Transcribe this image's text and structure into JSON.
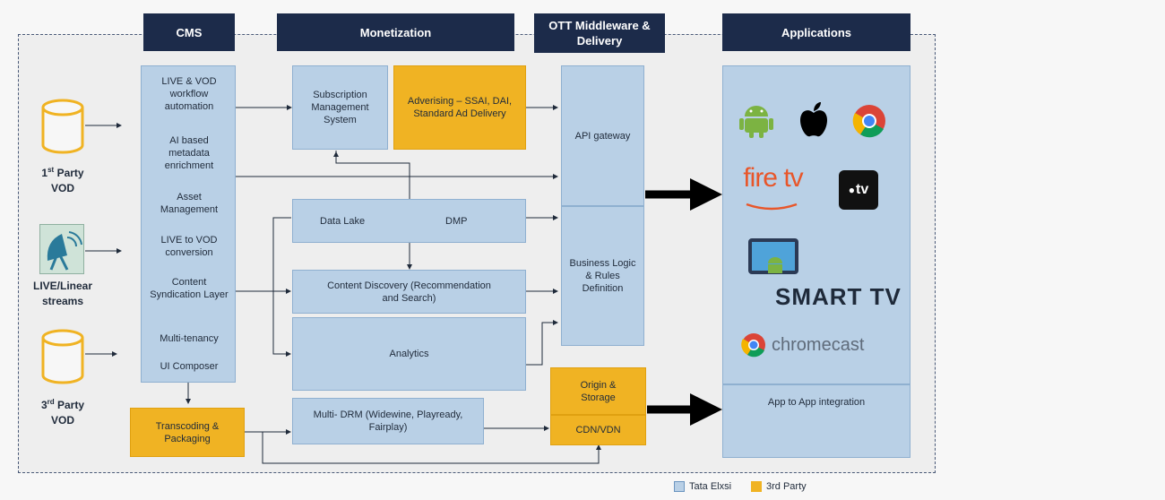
{
  "headers": {
    "cms": "CMS",
    "monetization": "Monetization",
    "ott": "OTT Middleware & Delivery",
    "applications": "Applications"
  },
  "sources": {
    "first_party": {
      "label": "1st Party",
      "sup": "st",
      "num": "1",
      "word": "Party",
      "line2": "VOD"
    },
    "live": {
      "line1": "LIVE/Linear",
      "line2": "streams"
    },
    "third_party": {
      "num": "3",
      "sup": "rd",
      "word": "Party",
      "line2": "VOD"
    }
  },
  "cms_items": [
    "LIVE & VOD workflow automation",
    "AI based metadata enrichment",
    "Asset Management",
    "LIVE to VOD conversion",
    "Content Syndication Layer",
    "Multi-tenancy",
    "UI Composer"
  ],
  "monetization": {
    "sms": "Subscription Management System",
    "advertising": "Adverising – SSAI, DAI, Standard Ad Delivery",
    "data_lake": "Data Lake",
    "dmp": "DMP",
    "content_discovery": "Content Discovery (Recommendation and Search)",
    "analytics": "Analytics",
    "multi_drm": "Multi- DRM (Widewine, Playready, Fairplay)",
    "transcoding": "Transcoding & Packaging"
  },
  "ott": {
    "api_gateway": "API gateway",
    "business_logic": "Business Logic & Rules Definition",
    "origin": "Origin & Storage",
    "cdn": "CDN/VDN"
  },
  "applications": {
    "logos": [
      "android-icon",
      "apple-icon",
      "chrome-icon",
      "firetv-logo",
      "apple-tv-icon",
      "android-tablet-icon",
      "smart-tv-logo",
      "chromecast-logo"
    ],
    "firetv_text": "fire tv",
    "appletv_text": "tv",
    "smarttv_text": "SMART TV",
    "chromecast_text": "chromecast",
    "app_to_app": "App to App integration"
  },
  "legend": {
    "tata": "Tata Elxsi",
    "third_party": "3rd Party",
    "tata_color": "#b9d0e6",
    "third_party_color": "#f0b323"
  },
  "colors": {
    "header_bg": "#1c2b4a",
    "tata_box": "#b9d0e6",
    "third_party_box": "#f0b323"
  }
}
